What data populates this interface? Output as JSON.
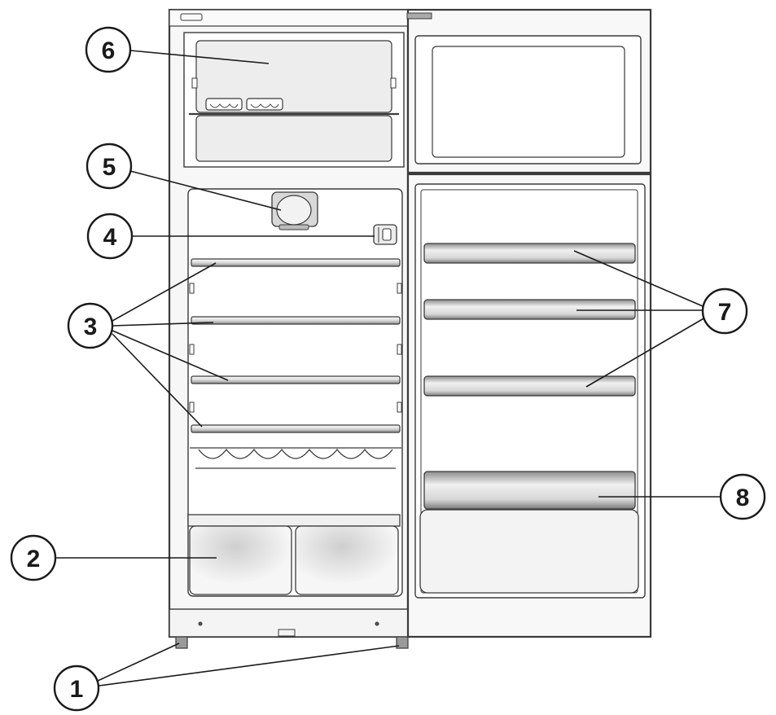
{
  "colors": {
    "outline": "#3a3a3a",
    "shelf_fill": "#e4e4e4",
    "shelf_shade": "#9a9a9a",
    "panel_fill": "#f7f7f7",
    "interior_fill": "#ededed"
  },
  "callouts": [
    {
      "id": "1",
      "label": "1"
    },
    {
      "id": "2",
      "label": "2"
    },
    {
      "id": "3",
      "label": "3"
    },
    {
      "id": "4",
      "label": "4"
    },
    {
      "id": "5",
      "label": "5"
    },
    {
      "id": "6",
      "label": "6"
    },
    {
      "id": "7",
      "label": "7"
    },
    {
      "id": "8",
      "label": "8"
    }
  ]
}
